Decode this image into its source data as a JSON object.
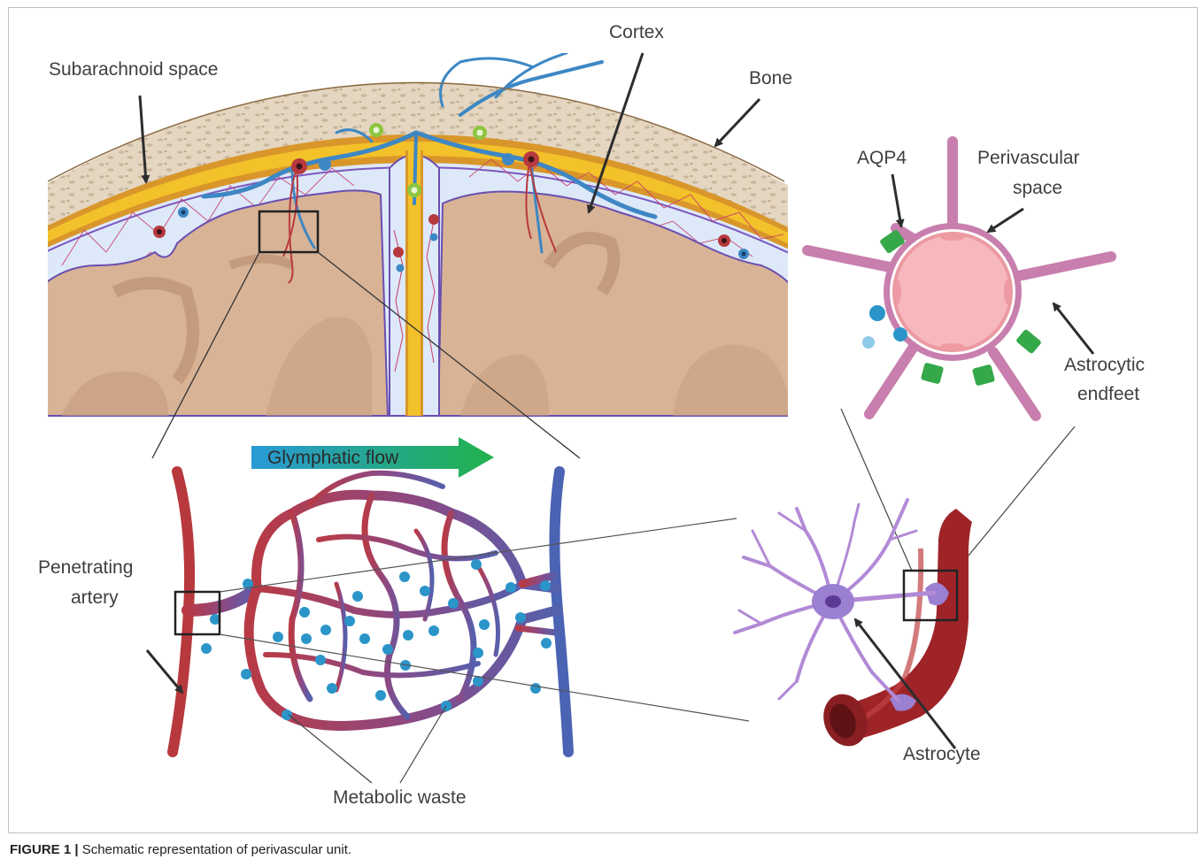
{
  "labels": {
    "subarachnoid": "Subarachnoid space",
    "cortex": "Cortex",
    "bone": "Bone",
    "aqp4": "AQP4",
    "perivascular_1": "Perivascular",
    "perivascular_2": "space",
    "astro_end_1": "Astrocytic",
    "astro_end_2": "endfeet",
    "glymphatic": "Glymphatic flow",
    "penetrating_1": "Penetrating",
    "penetrating_2": "artery",
    "metabolic": "Metabolic waste",
    "astrocyte": "Astrocyte"
  },
  "caption": {
    "prefix": "FIGURE 1 |",
    "text": " Schematic representation of perivascular unit."
  },
  "colors": {
    "bone": "#e4d6c1",
    "bone_spots": "#c9b79b",
    "dura_yellow": "#f3c12a",
    "dura_orange": "#d9962a",
    "csf_space": "#dde9f8",
    "cortex": "#d8b396",
    "cortex_edge": "#6a4fb0",
    "artery_red": "#b8393d",
    "vein_blue": "#4a63b3",
    "blood_vessel_blue": "#3d87c4",
    "waste_dot": "#2b95c9",
    "astrocyte": "#b28ad6",
    "aqp4_green": "#35a84a",
    "endfeet_pink": "#c87fae",
    "lumen_pink": "#f6b8bd",
    "flow_start": "#2a9ad6",
    "flow_end": "#2ab04a"
  }
}
